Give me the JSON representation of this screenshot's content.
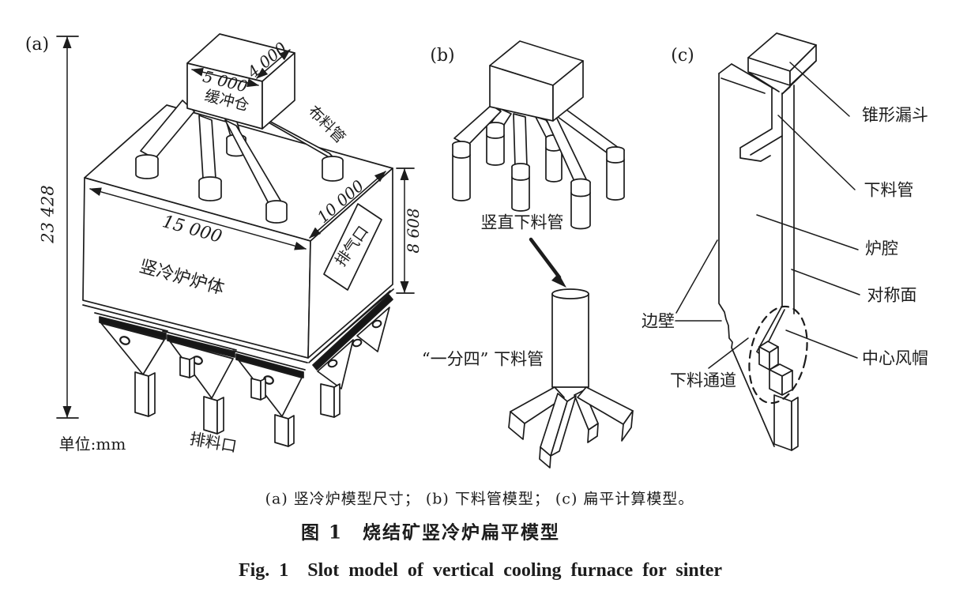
{
  "figure": {
    "bg_color": "#ffffff",
    "line_color": "#1c1c1c",
    "panel_a": {
      "tag": "(a)",
      "total_height": "23 428",
      "bin_width": "5 000",
      "bin_depth": "4 000",
      "bin_label": "缓冲仓",
      "pipe_label": "布料管",
      "furnace_width": "15 000",
      "furnace_depth": "10 000",
      "furnace_height": "8 608",
      "body_label": "竖冷炉炉体",
      "exhaust_label": "排气口",
      "unit_label": "单位:mm",
      "discharge_label": "排料口"
    },
    "panel_b": {
      "tag": "(b)",
      "vertical_pipe_label": "竖直下料管",
      "split_pipe_label": "“一分四” 下料管"
    },
    "panel_c": {
      "tag": "(c)",
      "funnel_label": "锥形漏斗",
      "downpipe_label": "下料管",
      "chamber_label": "炉腔",
      "symmetry_label": "对称面",
      "windcap_label": "中心风帽",
      "sidewall_label": "边壁",
      "channel_label": "下料通道"
    },
    "captions": {
      "subcaptions": "(a) 竖冷炉模型尺寸； (b) 下料管模型； (c) 扁平计算模型。",
      "title_zh": "图 1　烧结矿竖冷炉扁平模型",
      "title_en": "Fig. 1  Slot model of vertical cooling furnace for sinter"
    }
  }
}
